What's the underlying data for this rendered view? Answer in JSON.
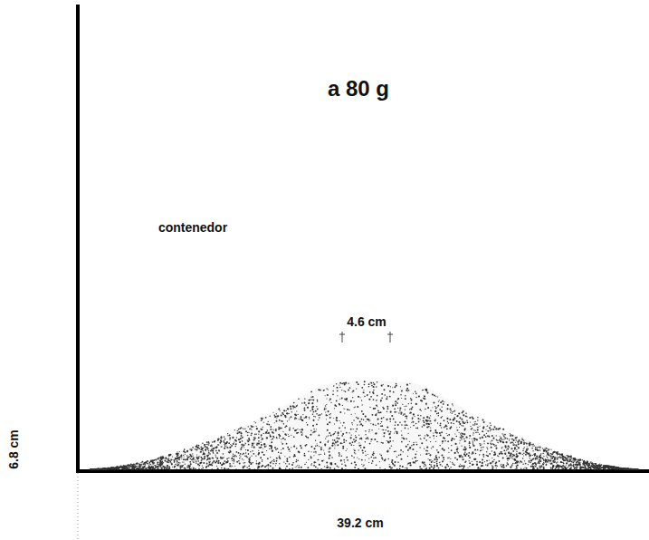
{
  "diagram": {
    "title": "a 80 g",
    "labels": [
      "contenedor",
      "4.6 cm",
      "6.8 cm",
      "39.2 cm"
    ]
  }
}
